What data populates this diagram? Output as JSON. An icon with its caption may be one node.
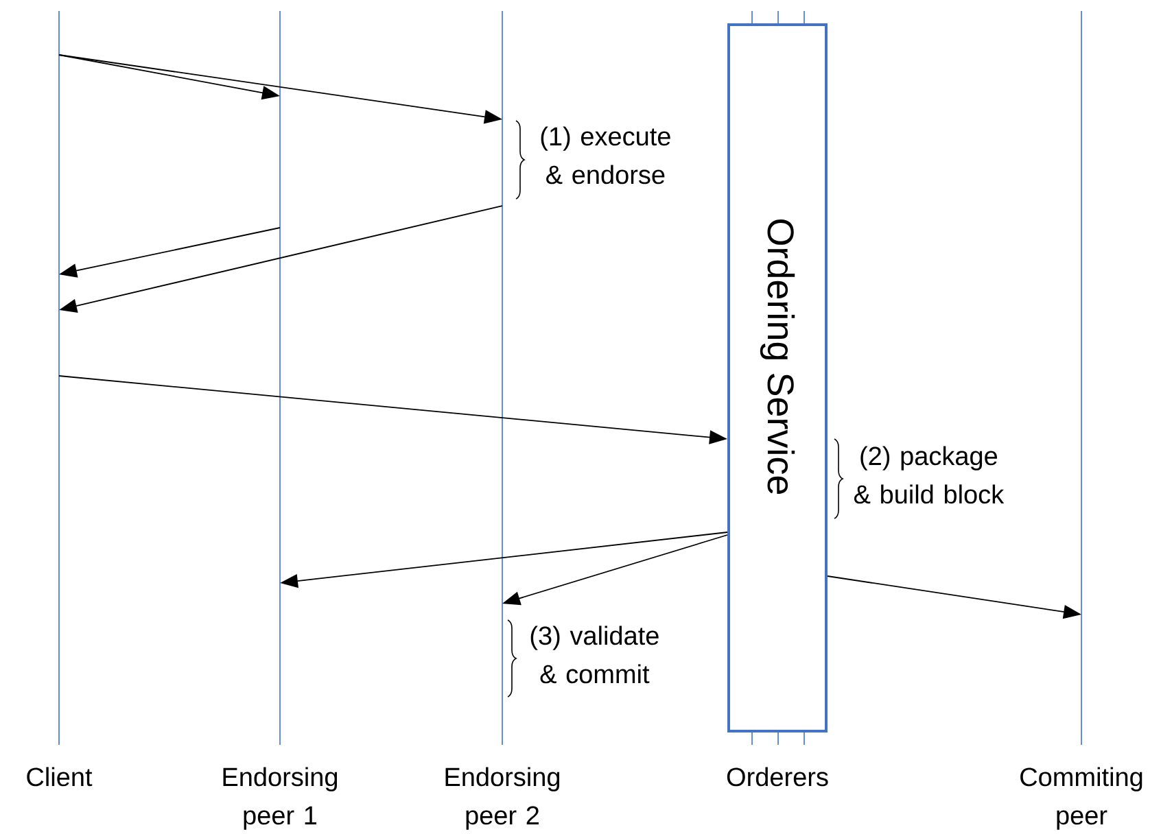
{
  "diagram": {
    "nodes": [
      {
        "text": [],
        "shape": "line",
        "beside": [
          "Client"
        ]
      },
      {
        "text": [],
        "shape": "line",
        "beside": [
          "Endorsing peer 1"
        ]
      },
      {
        "text": [],
        "shape": "line",
        "beside": [
          "Endorsing peer 2"
        ]
      },
      {
        "text": [
          "Ordering Service"
        ],
        "beside": [
          "Orderers"
        ]
      },
      {
        "text": [],
        "shape": "line",
        "beside": [
          "Commiting peer"
        ]
      }
    ],
    "edges": [
      {
        "from": 0,
        "to": 1,
        "arrow": "to"
      },
      {
        "from": 0,
        "to": 2,
        "arrow": "to"
      },
      {
        "from": 1,
        "to": 0,
        "arrow": "to"
      },
      {
        "from": 2,
        "to": 0,
        "arrow": "to"
      },
      {
        "from": 0,
        "to": 3,
        "arrow": "to"
      },
      {
        "from": 3,
        "to": 1,
        "arrow": "to"
      },
      {
        "from": 3,
        "to": 2,
        "arrow": "to"
      },
      {
        "from": 3,
        "to": 4,
        "arrow": "to"
      }
    ],
    "labels": [
      "(1) execute & endorse",
      "(2) package & build block",
      "(3) validate & commit"
    ]
  }
}
